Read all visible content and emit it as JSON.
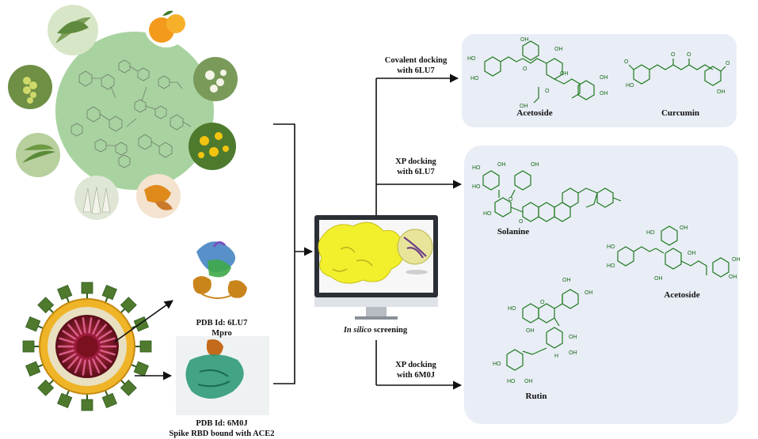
{
  "labels": {
    "covalent": [
      "Covalent docking",
      "with 6LU7"
    ],
    "xp_6lu7": [
      "XP docking",
      "with 6LU7"
    ],
    "xp_6m0j": [
      "XP docking",
      "with 6M0J"
    ],
    "pdb_6lu7": [
      "PDB Id: 6LU7",
      "Mpro"
    ],
    "pdb_6m0j": [
      "PDB Id: 6M0J",
      "Spike RBD bound with ACE2"
    ],
    "screening_italic": "In silico",
    "screening_rest": " screening"
  },
  "molecules": {
    "acetoside_top": "Acetoside",
    "curcumin": "Curcumin",
    "solanine": "Solanine",
    "acetoside_mid": "Acetoside",
    "rutin": "Rutin"
  },
  "atoms": {
    "OH": "OH",
    "HO": "HO",
    "O": "O",
    "H": "H"
  },
  "colors": {
    "panel_bg": "#e9edf6",
    "molecule_green": "#1f7a1f",
    "plant_circle": "#a8d3a0",
    "monitor_yellow": "#f2ef2c",
    "virus_red": "#7a1020",
    "virus_spike": "#4f7a2e"
  }
}
